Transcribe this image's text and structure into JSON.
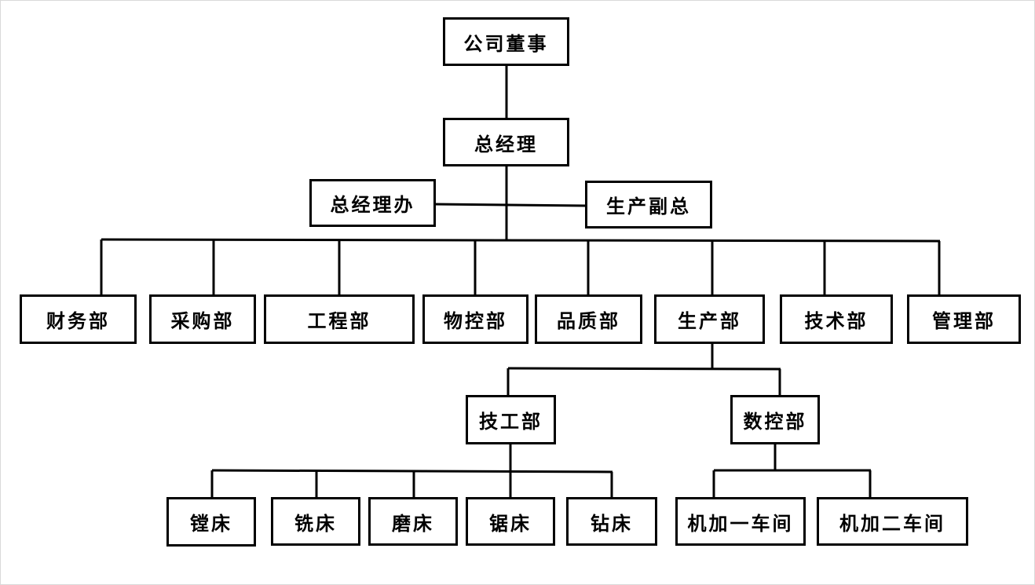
{
  "org_chart": {
    "board": "公司董事",
    "general_manager": "总经理",
    "gm_office": "总经理办",
    "vp_production": "生产副总",
    "departments": {
      "finance": "财务部",
      "purchasing": "采购部",
      "engineering": "工程部",
      "material_control": "物控部",
      "quality": "品质部",
      "production": "生产部",
      "technology": "技术部",
      "management": "管理部"
    },
    "production_units": {
      "tech_workers": "技工部",
      "cnc": "数控部"
    },
    "tech_workers_units": {
      "boring": "镗床",
      "milling": "铣床",
      "grinding": "磨床",
      "sawing": "锯床",
      "drilling": "钻床"
    },
    "cnc_units": {
      "workshop_1": "机加一车间",
      "workshop_2": "机加二车间"
    }
  }
}
